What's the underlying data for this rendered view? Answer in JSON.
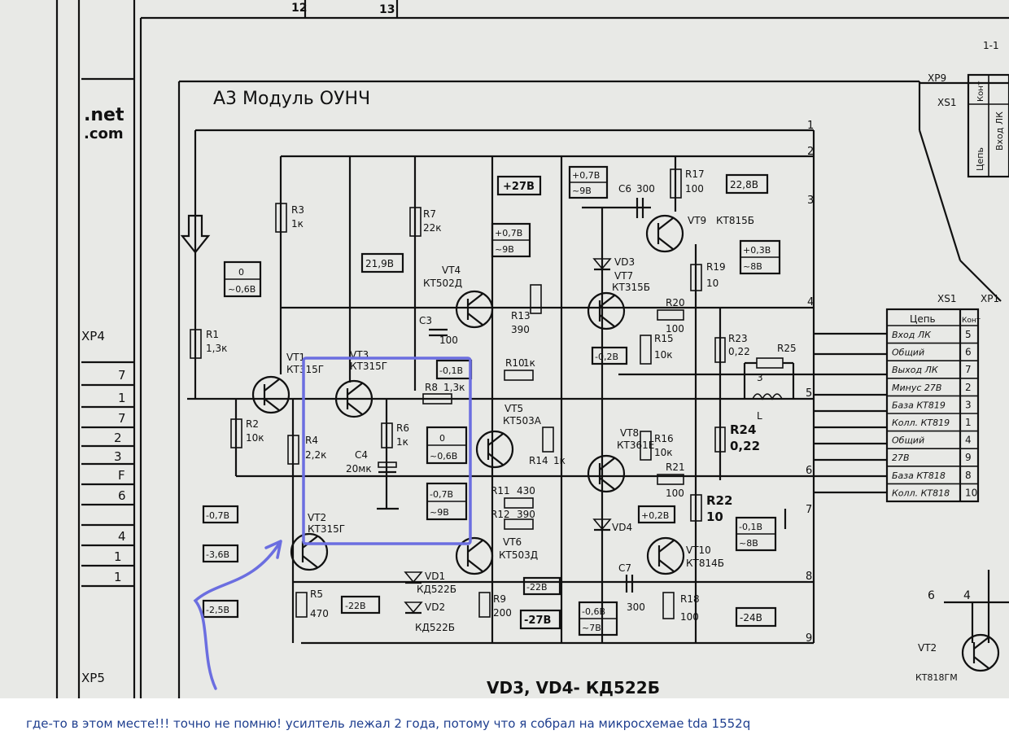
{
  "module_title": "А3 Модуль ОУНЧ",
  "footer_note": "VD3, VD4- КД522Б",
  "watermark": [
    ".net",
    ".com"
  ],
  "sheet_numbers": [
    "12",
    "13"
  ],
  "caption": "где-то в этом месте!!! точно не помню! усилтель лежал 2 года, потому что я собрал на микросхемае tda 1552q",
  "left_connector": {
    "name": "XP4",
    "pins": [
      "7",
      "1",
      "7",
      "2",
      "3",
      "F",
      "6",
      "",
      "4",
      "1",
      "1"
    ],
    "bottom_label": "XP5"
  },
  "rails": [
    "1",
    "2",
    "3",
    "4",
    "5",
    "6",
    "7",
    "8",
    "9"
  ],
  "components": {
    "r1": {
      "name": "R1",
      "value": "1,3к"
    },
    "r2": {
      "name": "R2",
      "value": "10к"
    },
    "r3": {
      "name": "R3",
      "value": "1к"
    },
    "r4": {
      "name": "R4",
      "value": "2,2к"
    },
    "r5": {
      "name": "R5",
      "value": "470"
    },
    "r6": {
      "name": "R6",
      "value": "1к"
    },
    "r7": {
      "name": "R7",
      "value": "22к"
    },
    "r8": {
      "name": "R8",
      "value": "1,3к"
    },
    "r9": {
      "name": "R9",
      "value": "200"
    },
    "r10": {
      "name": "R10",
      "value": "1к"
    },
    "r11": {
      "name": "R11",
      "value": "430"
    },
    "r12": {
      "name": "R12",
      "value": "390"
    },
    "r13": {
      "name": "R13",
      "value": "390"
    },
    "r14": {
      "name": "R14",
      "value": "1к"
    },
    "r15": {
      "name": "R15",
      "value": "10к"
    },
    "r16": {
      "name": "R16",
      "value": "10к"
    },
    "r17": {
      "name": "R17",
      "value": "100"
    },
    "r18": {
      "name": "R18",
      "value": "100"
    },
    "r19": {
      "name": "R19",
      "value": "10"
    },
    "r20": {
      "name": "R20",
      "value": "100"
    },
    "r21": {
      "name": "R21",
      "value": "100"
    },
    "r22": {
      "name": "R22",
      "value": "10"
    },
    "r23": {
      "name": "R23",
      "value": "0,22"
    },
    "r24": {
      "name": "R24",
      "value": "0,22"
    },
    "r25": {
      "name": "R25",
      "value": "3"
    },
    "c3": {
      "name": "С3",
      "value": "100"
    },
    "c4": {
      "name": "С4",
      "value": "20мк"
    },
    "c6": {
      "name": "С6",
      "value": "300"
    },
    "c7": {
      "name": "С7",
      "value": "300"
    },
    "vt1": {
      "name": "VT1",
      "value": "КТ315Г"
    },
    "vt2": {
      "name": "VT2",
      "value": "КТ315Г"
    },
    "vt3": {
      "name": "VT3",
      "value": "КТ315Г"
    },
    "vt4": {
      "name": "VT4",
      "value": "КТ502Д"
    },
    "vt5": {
      "name": "VT5",
      "value": "КТ503А"
    },
    "vt6": {
      "name": "VT6",
      "value": "КТ503Д"
    },
    "vt7": {
      "name": "VT7",
      "value": "КТ315Б"
    },
    "vt8": {
      "name": "VT8",
      "value": "КТ361Е"
    },
    "vt9": {
      "name": "VT9",
      "value": "КТ815Б"
    },
    "vt10": {
      "name": "VT10",
      "value": "КТ814Б"
    },
    "vd1": {
      "name": "VD1",
      "value": "КД522Б"
    },
    "vd2": {
      "name": "VD2",
      "value": "КД522Б"
    },
    "vd3": {
      "name": "VD3",
      "value": ""
    },
    "vd4": {
      "name": "VD4",
      "value": ""
    },
    "l": {
      "name": "L",
      "value": ""
    }
  },
  "voltage_boxes": {
    "v_plus27": "+27В",
    "v_plus78_top": [
      "+0,7В",
      "~9В"
    ],
    "v_plus07_mid": [
      "+0,7В",
      "~9В"
    ],
    "v_228": "22,8В",
    "v_219": "21,9В",
    "v_zero_left": [
      "0",
      "~0,6В"
    ],
    "v_018": "-0,1В",
    "v_zero_mid": [
      "0",
      "~0,6В"
    ],
    "v_078_mid": [
      "-0,7В",
      "~9В"
    ],
    "v_038": [
      "+0,3В",
      "~8В"
    ],
    "v_02_vt7": "-0,2В",
    "v_02_vt8": "+0,2В",
    "v_018_right": [
      "-0,1В",
      "~8В"
    ],
    "v_078_left": "-0,7В",
    "v_36": "-3,6В",
    "v_258": "-2,5В",
    "v_22_vd": "-22В",
    "v_22_r9": "-22В",
    "v_27_bottom": "-27В",
    "v_068": [
      "-0,6В",
      "~7В"
    ],
    "v_24": "-24В"
  },
  "right_table": {
    "header": "XS1",
    "xp_header": "XP1",
    "columns": [
      "Цепь",
      "Конт"
    ],
    "rows": [
      {
        "name": "Вход ЛК",
        "pin": "5"
      },
      {
        "name": "Общий",
        "pin": "6"
      },
      {
        "name": "Выход ЛК",
        "pin": "7"
      },
      {
        "name": "Минус 27В",
        "pin": "2"
      },
      {
        "name": "База КТ819",
        "pin": "3"
      },
      {
        "name": "Колл. КТ819",
        "pin": "1"
      },
      {
        "name": "Общий",
        "pin": "4"
      },
      {
        "name": "27В",
        "pin": "9"
      },
      {
        "name": "База КТ818",
        "pin": "8"
      },
      {
        "name": "Колл. КТ818",
        "pin": "10"
      }
    ]
  },
  "top_right_table": {
    "xp": "XP9",
    "xs": "XS1",
    "cells": [
      "Цепь",
      "Вход ЛК",
      "Конт"
    ],
    "number": "1-1"
  },
  "bottom_right": {
    "pins": [
      "6",
      "4"
    ],
    "transistor": "VT2",
    "type": "КТ818ГМ"
  },
  "colors": {
    "paper": "#e8e9e6",
    "ink": "#111111",
    "highlight": "#6b6ee0",
    "caption": "#1f3f8f"
  }
}
